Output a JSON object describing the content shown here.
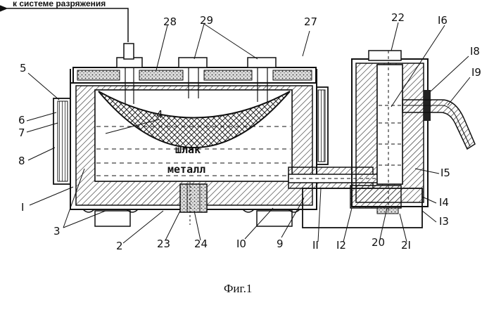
{
  "top_label": "к системе разряжения",
  "inner_labels": {
    "slag": "шлак",
    "metal": "металл"
  },
  "callouts": {
    "n1": "I",
    "n2": "2",
    "n3": "3",
    "n4": "4",
    "n5": "5",
    "n6": "6",
    "n7": "7",
    "n8": "8",
    "n9": "9",
    "n10": "I0",
    "n11": "II",
    "n12": "I2",
    "n13": "I3",
    "n14": "I4",
    "n15": "I5",
    "n16": "I6",
    "n18": "I8",
    "n19": "I9",
    "n20": "20",
    "n21": "2I",
    "n22": "22",
    "n23": "23",
    "n24": "24",
    "n27": "27",
    "n28": "28",
    "n29": "29"
  },
  "caption": "Фиг.1"
}
